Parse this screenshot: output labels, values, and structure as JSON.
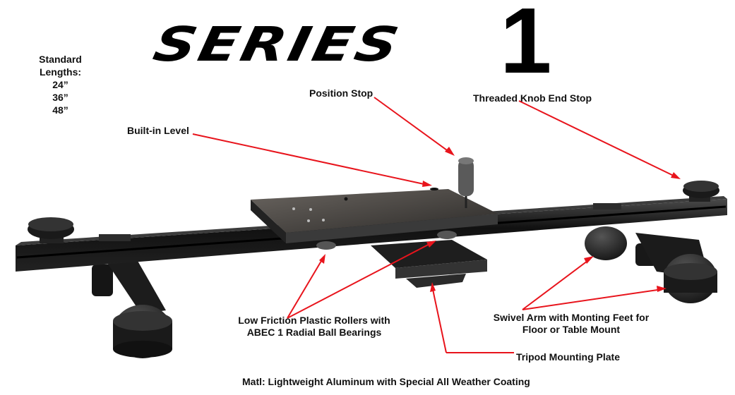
{
  "title": {
    "word": "SERIES",
    "number": "1"
  },
  "standard_lengths": {
    "heading_line1": "Standard",
    "heading_line2": "Lengths:",
    "values": [
      "24”",
      "36”",
      "48”"
    ]
  },
  "callouts": {
    "position_stop": "Position Stop",
    "threaded_knob": "Threaded Knob End Stop",
    "built_in_level": "Built-in Level",
    "rollers_line1": "Low Friction Plastic Rollers with",
    "rollers_line2": "ABEC 1 Radial Ball Bearings",
    "swivel_line1": "Swivel Arm with Monting Feet for",
    "swivel_line2": "Floor or Table Mount",
    "tripod_plate": "Tripod Mounting Plate"
  },
  "material_note": "Matl: Lightweight Aluminum with Special All Weather Coating",
  "colors": {
    "arrow": "#e8141c",
    "product": "#1a1a1a",
    "text": "#111111"
  }
}
